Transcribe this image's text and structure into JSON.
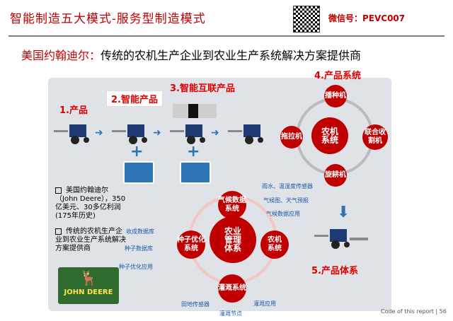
{
  "header": {
    "title": "智能制造五大模式-服务型制造模式",
    "wechat": "微信号：PEVC007"
  },
  "subtitle": {
    "company": "美国约翰迪尔：",
    "desc": "传统的农机生产企业到农业生产系统解决方案提供商"
  },
  "stages": {
    "s1": "1.产品",
    "s2": "2.智能产品",
    "s3": "3.智能互联产品",
    "s4": "4.产品系统",
    "s5": "5.产品体系"
  },
  "system": {
    "center": "农机\n系统",
    "nodes": [
      "播种机",
      "拖拉机",
      "联合收割机",
      "旋耕机"
    ]
  },
  "ecosystem": {
    "center": "农业\n管理\n体系",
    "nodes": {
      "weather": "气候数据系统",
      "seed": "种子优化系统",
      "machine": "农机\n系统",
      "irrigation": "灌溉系统"
    },
    "labels": {
      "w1": "雨水、温湿度传感器",
      "w2": "气候图、天气预报",
      "w3": "气候数据应用",
      "s1": "收成数据库",
      "s2": "种子数据库",
      "s3": "种子优化应用",
      "i1": "田地传感器",
      "i2": "灌溉应用",
      "i3": "灌溉节点"
    }
  },
  "left": {
    "b1": "美国约翰迪尔（John Deere），350亿美元、30多亿利润(175年历史)",
    "b2": "传统的农机生产企业到农业生产系统解决方案提供商",
    "logo": "JOHN DEERE"
  },
  "footer": "Code of this report | 56",
  "colors": {
    "accent": "#c00000",
    "blue": "#2e75b6"
  }
}
